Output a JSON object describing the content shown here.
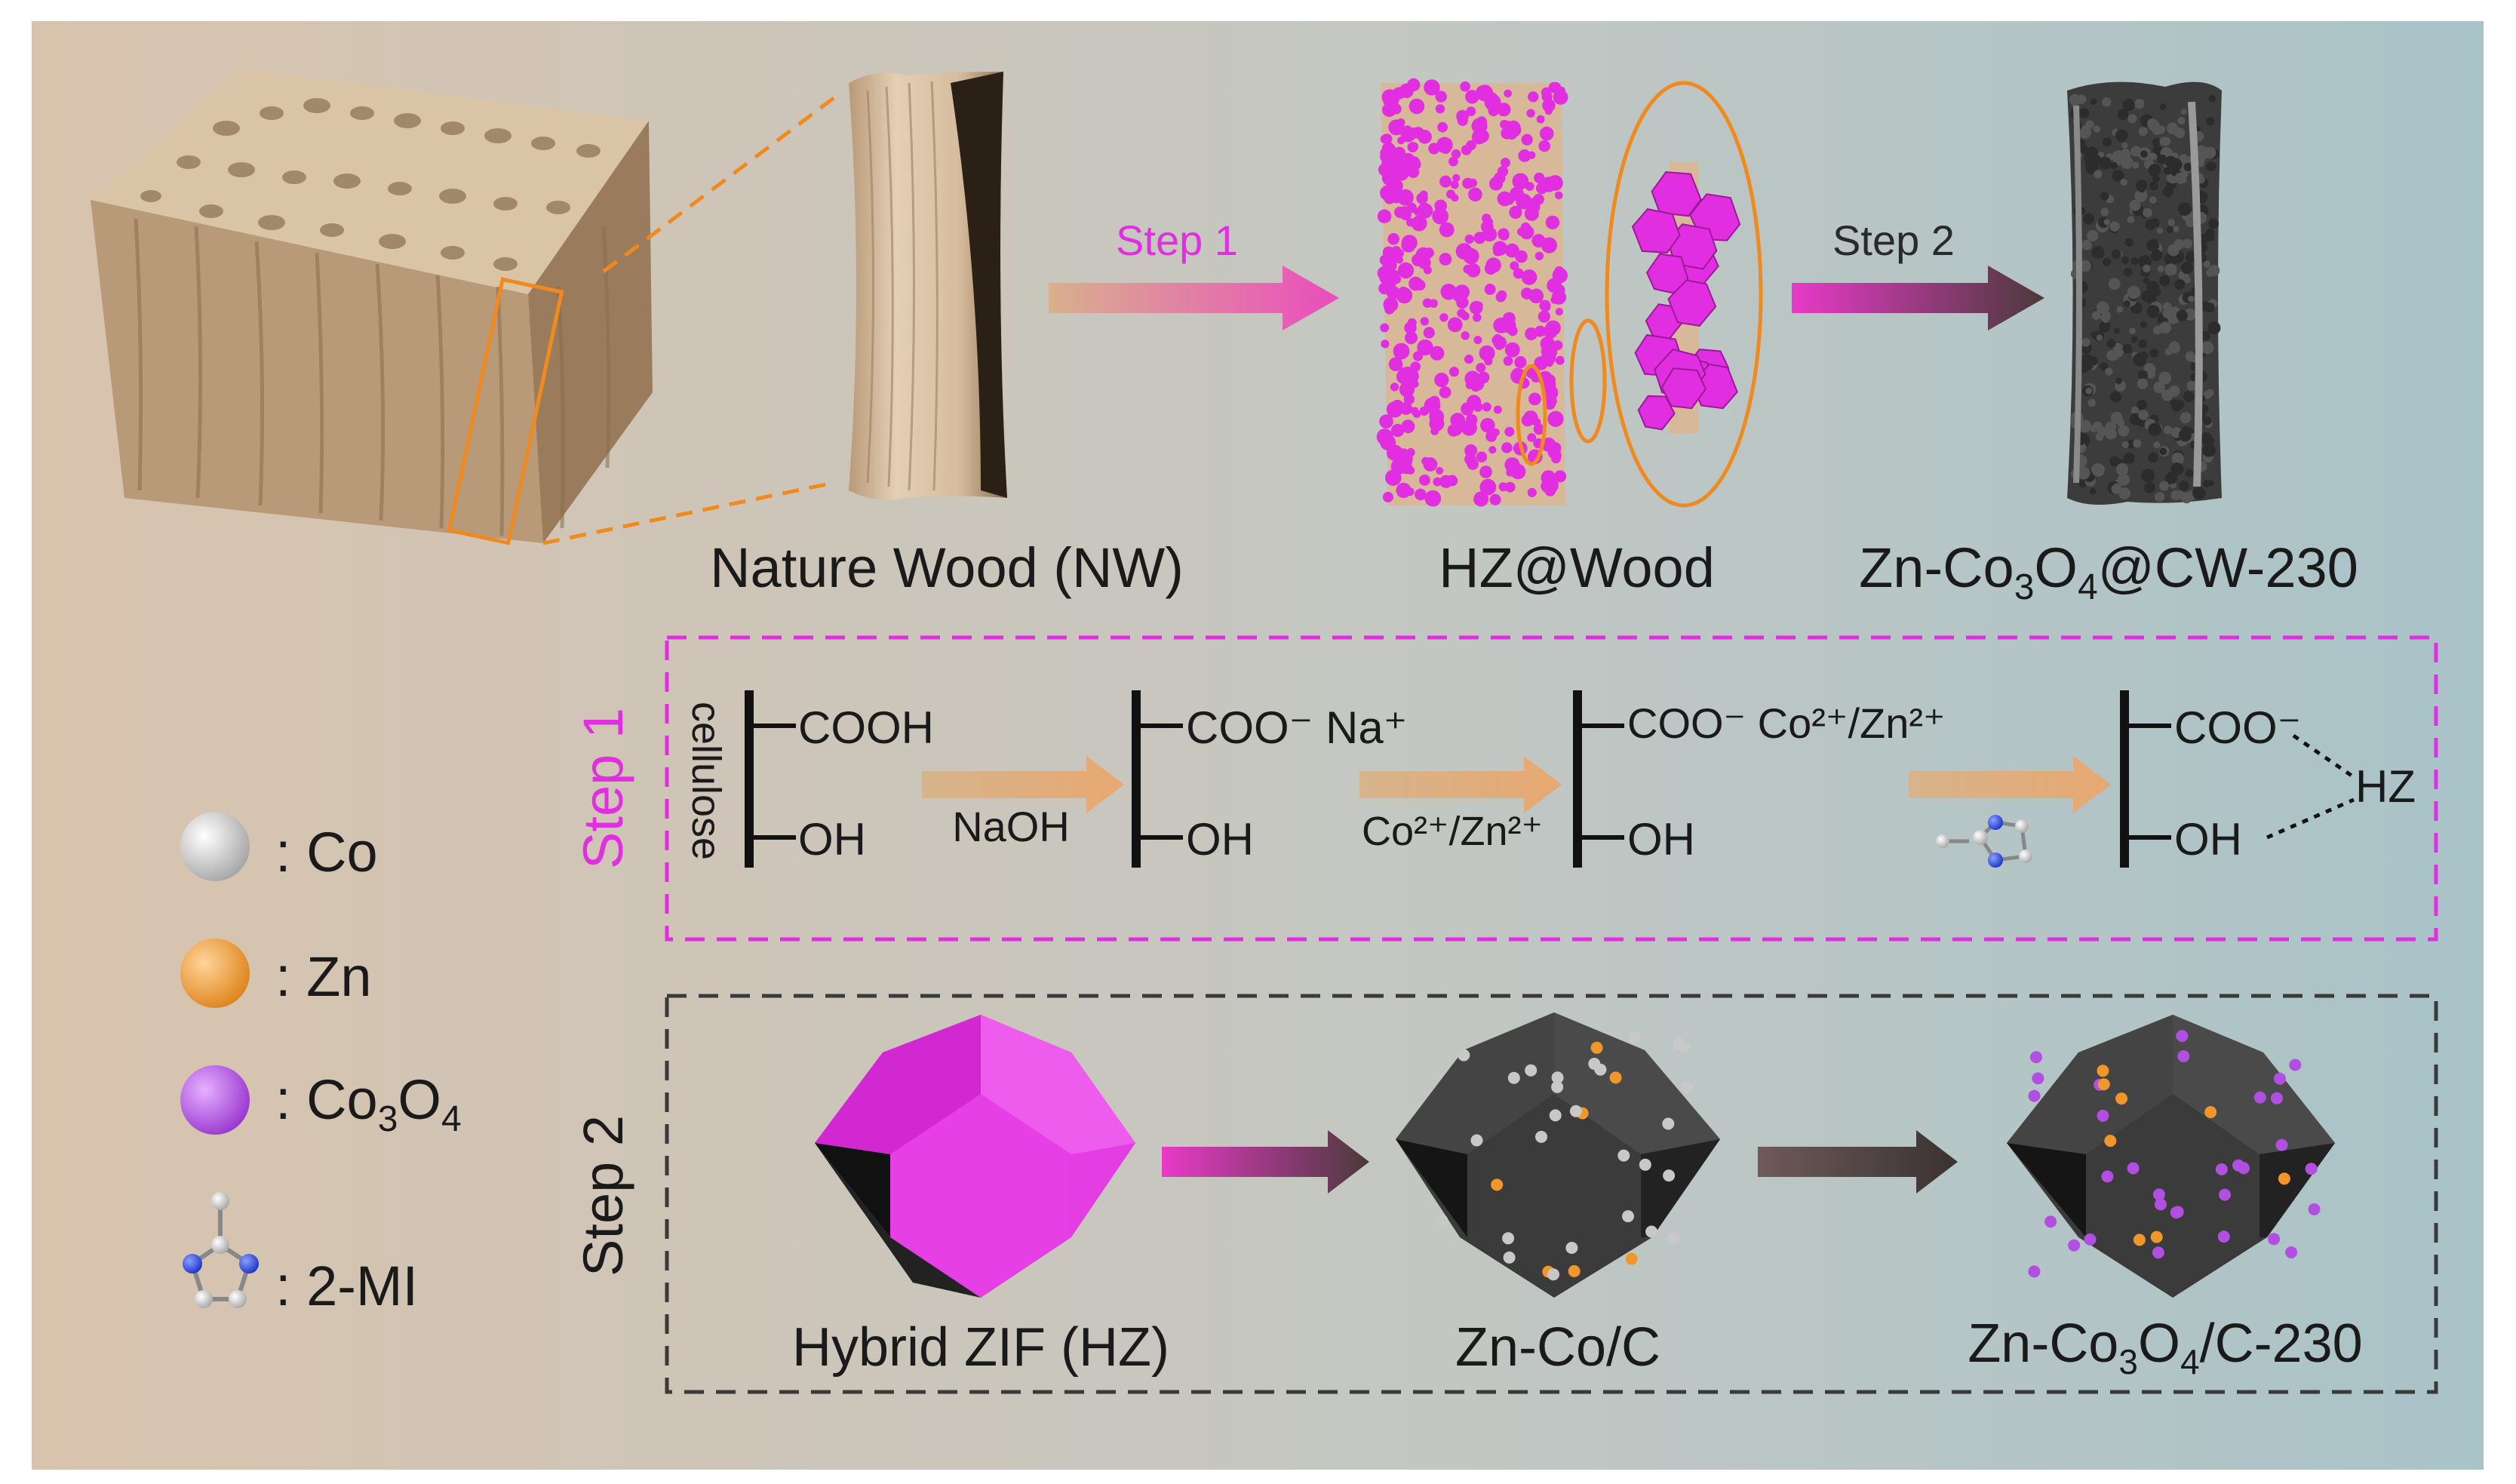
{
  "top_row": {
    "labels": {
      "nature_wood": "Nature Wood (NW)",
      "hz_wood": "HZ@Wood",
      "product_prefix": "Zn-Co",
      "product_sub1": "3",
      "product_mid": "O",
      "product_sub2": "4",
      "product_suffix": "@CW-230"
    },
    "arrows": {
      "step1": "Step 1",
      "step2": "Step 2"
    }
  },
  "legend": {
    "co": ": Co",
    "zn": ": Zn",
    "co3o4_prefix": ": Co",
    "co3o4_sub1": "3",
    "co3o4_mid": "O",
    "co3o4_sub2": "4",
    "mi": ": 2-MI"
  },
  "step1_panel": {
    "title": "Step 1",
    "cellulose": "cellulose",
    "s1_top": "COOH",
    "s1_bottom": "OH",
    "arrow1_label": "NaOH",
    "s2_top": "COO⁻ Na⁺",
    "s2_bottom": "OH",
    "arrow2_label": "Co²⁺/Zn²⁺",
    "s3_top": "COO⁻ Co²⁺/Zn²⁺",
    "s3_bottom": "OH",
    "s4_top": "COO⁻",
    "s4_bottom": "OH",
    "s4_right": "HZ"
  },
  "step2_panel": {
    "title": "Step 2",
    "hz": "Hybrid ZIF (HZ)",
    "znco": "Zn-Co/C",
    "final_prefix": "Zn-Co",
    "final_sub1": "3",
    "final_mid": "O",
    "final_sub2": "4",
    "final_suffix": "/C-230"
  },
  "colors": {
    "magenta": "#e02ee0",
    "co_grey": "#c8c8c8",
    "zn_orange": "#f0962a",
    "co3o4_purple": "#b14fe0",
    "dark": "#3a3a3a",
    "wood": "#c9ad8c",
    "orange_outline": "#f08a1e"
  }
}
